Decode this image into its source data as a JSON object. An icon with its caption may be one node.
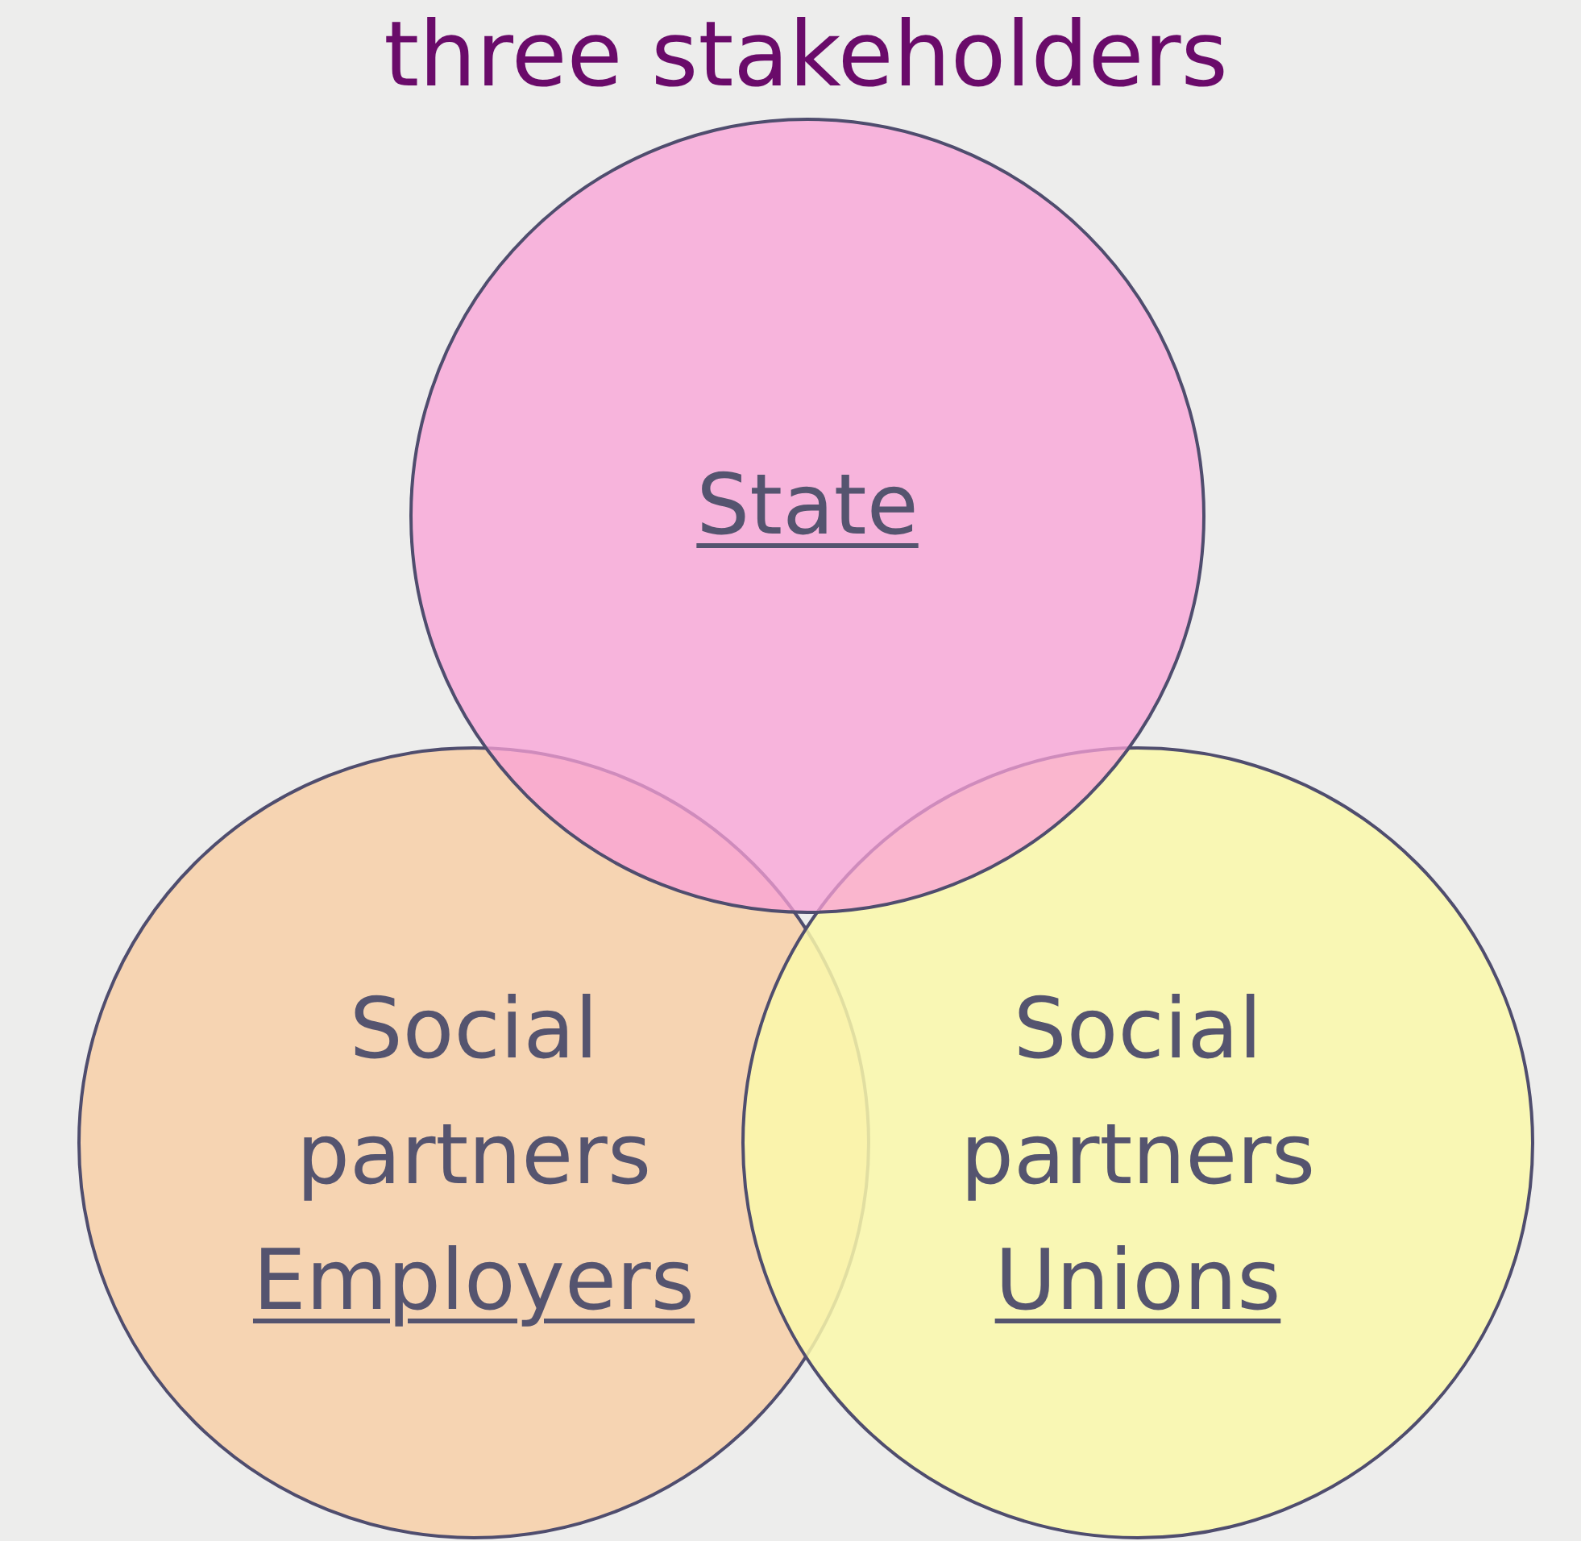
{
  "diagram": {
    "title": "three stakeholders",
    "nodes": [
      {
        "text": [
          "State"
        ]
      },
      {
        "text": [
          "Social partners",
          "Employers"
        ]
      },
      {
        "text": [
          "Social partners",
          "Unions"
        ]
      }
    ]
  }
}
